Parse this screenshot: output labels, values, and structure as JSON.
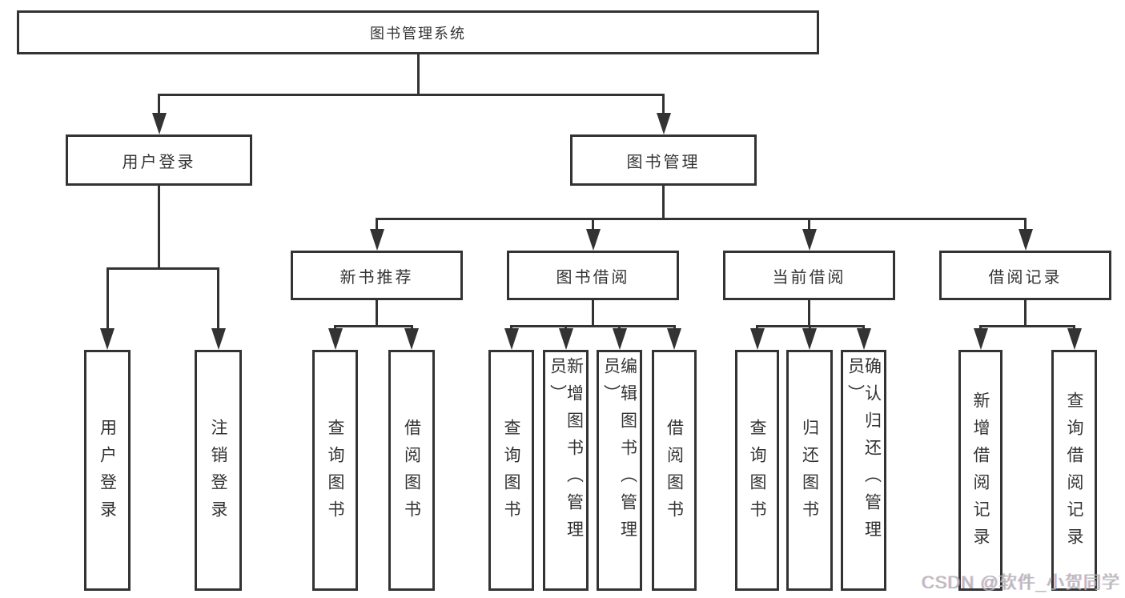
{
  "diagram": {
    "root": "图书管理系统",
    "branches": [
      "用户登录",
      "图书管理"
    ],
    "modules": [
      "新书推荐",
      "图书借阅",
      "当前借阅",
      "借阅记录"
    ],
    "leaves": [
      "用户登录",
      "注销登录",
      "查询图书",
      "借阅图书",
      "查询图书",
      "新增图书（管理员）",
      "编辑图书（管理员）",
      "借阅图书",
      "查询图书",
      "归还图书",
      "确认归还（管理员）",
      "新增借阅记录",
      "查询借阅记录"
    ]
  },
  "watermark": "CSDN @软件_小贺同学",
  "colors": {
    "line": "#333333",
    "text": "#333333",
    "background": "#ffffff",
    "watermark": "#b3b3b3"
  }
}
